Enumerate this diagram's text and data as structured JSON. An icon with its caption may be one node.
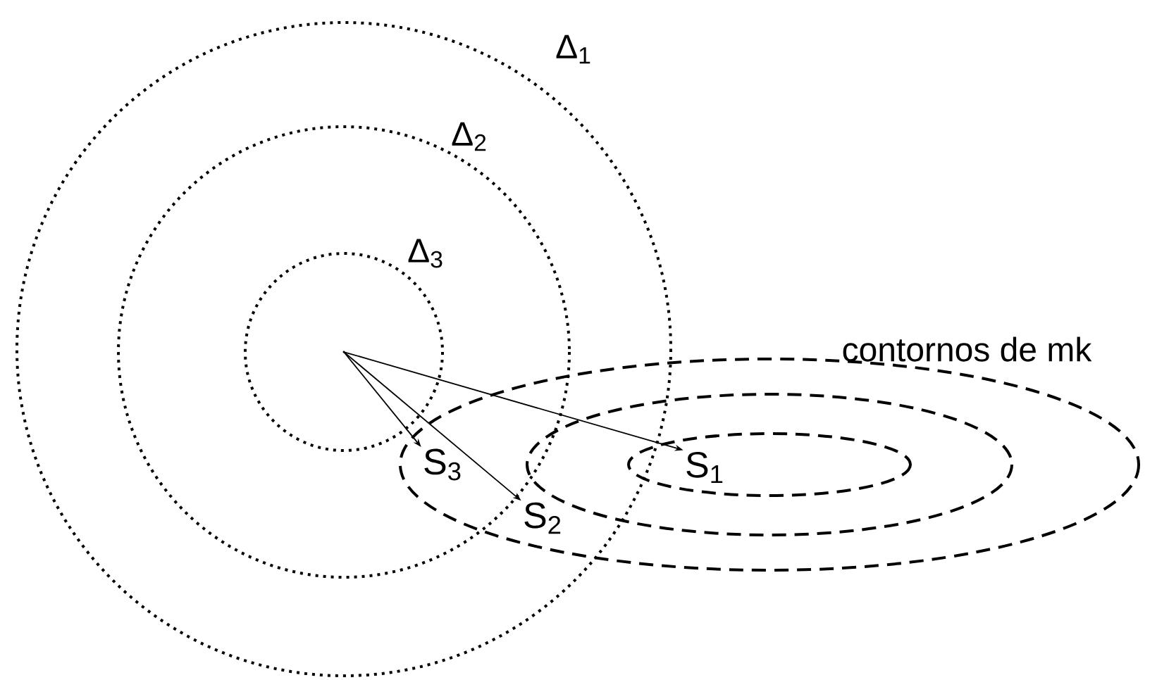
{
  "diagram": {
    "nodes": [
      {
        "text": [],
        "shape": "circle"
      },
      {
        "text": [
          "S$_{3}$"
        ]
      },
      {
        "text": [
          "S$_{2}$"
        ]
      },
      {
        "text": [
          "S$_{1}$"
        ]
      }
    ],
    "edges": [
      {
        "from": 0,
        "to": 1,
        "arrow": "to"
      },
      {
        "from": 0,
        "to": 2,
        "arrow": "to"
      },
      {
        "from": 0,
        "to": 3,
        "arrow": "to"
      }
    ],
    "labels": [
      "Δ$_{1}$",
      "Δ$_{2}$",
      "Δ$_{3}$",
      "contornos de mk"
    ]
  }
}
